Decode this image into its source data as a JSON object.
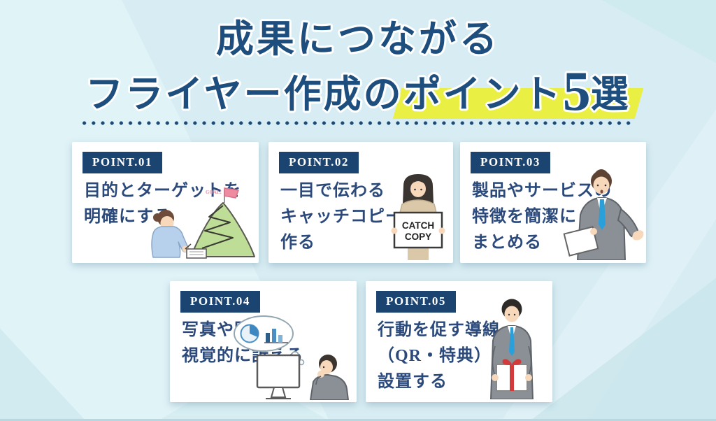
{
  "page": {
    "bg_color": "#d8edf3",
    "bottom_strip_color": "#b9d7e1"
  },
  "colors": {
    "title_navy": "#1d4e7d",
    "label_navy": "#1b4470",
    "text_navy": "#2b4a7b",
    "highlight_yellow": "#e9ef43",
    "dot_navy": "#1c4a78",
    "card_bg": "#ffffff"
  },
  "title": {
    "line1": "成果につながる",
    "line2_prefix": "フライヤー作成の",
    "highlight_pre": "ポイント",
    "highlight_number": "5",
    "highlight_post": "選"
  },
  "cards": [
    {
      "label": "POINT.01",
      "lines": [
        "目的とターゲットを",
        "明確にする"
      ],
      "illustration": "woman-writing-with-goal-mountain",
      "goal_flag_text": "GOAL!"
    },
    {
      "label": "POINT.02",
      "lines": [
        "一目で伝わる",
        "キャッチコピーを",
        "作る"
      ],
      "illustration": "woman-holding-catch-copy-sign",
      "sign_line1": "CATCH",
      "sign_line2": "COPY"
    },
    {
      "label": "POINT.03",
      "lines": [
        "製品やサービスの",
        "特徴を簡潔に",
        "まとめる"
      ],
      "illustration": "businessman-presenting-document"
    },
    {
      "label": "POINT.04",
      "lines": [
        "写真や図解で",
        "視覚的に訴える"
      ],
      "illustration": "person-at-monitor-thinking-of-charts"
    },
    {
      "label": "POINT.05",
      "lines": [
        "行動を促す導線",
        "（QR・特典）を",
        "設置する"
      ],
      "illustration": "businessman-holding-gift-box"
    }
  ]
}
